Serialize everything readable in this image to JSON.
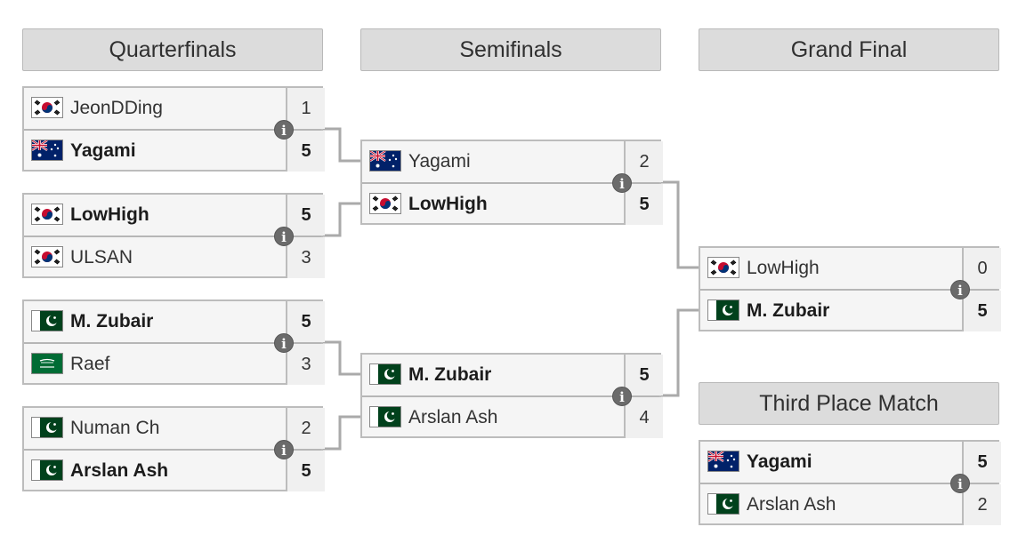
{
  "columns": {
    "quarterfinals": "Quarterfinals",
    "semifinals": "Semifinals",
    "grand_final": "Grand Final",
    "third_place": "Third Place Match"
  },
  "matches": {
    "qf1": {
      "p1": {
        "name": "JeonDDing",
        "flag": "kr",
        "score": "1"
      },
      "p2": {
        "name": "Yagami",
        "flag": "au",
        "score": "5"
      }
    },
    "qf2": {
      "p1": {
        "name": "LowHigh",
        "flag": "kr",
        "score": "5"
      },
      "p2": {
        "name": "ULSAN",
        "flag": "kr",
        "score": "3"
      }
    },
    "qf3": {
      "p1": {
        "name": "M. Zubair",
        "flag": "pk",
        "score": "5"
      },
      "p2": {
        "name": "Raef",
        "flag": "sa",
        "score": "3"
      }
    },
    "qf4": {
      "p1": {
        "name": "Numan Ch",
        "flag": "pk",
        "score": "2"
      },
      "p2": {
        "name": "Arslan Ash",
        "flag": "pk",
        "score": "5"
      }
    },
    "sf1": {
      "p1": {
        "name": "Yagami",
        "flag": "au",
        "score": "2"
      },
      "p2": {
        "name": "LowHigh",
        "flag": "kr",
        "score": "5"
      }
    },
    "sf2": {
      "p1": {
        "name": "M. Zubair",
        "flag": "pk",
        "score": "5"
      },
      "p2": {
        "name": "Arslan Ash",
        "flag": "pk",
        "score": "4"
      }
    },
    "gf": {
      "p1": {
        "name": "LowHigh",
        "flag": "kr",
        "score": "0"
      },
      "p2": {
        "name": "M. Zubair",
        "flag": "pk",
        "score": "5"
      }
    },
    "tp": {
      "p1": {
        "name": "Yagami",
        "flag": "au",
        "score": "5"
      },
      "p2": {
        "name": "Arslan Ash",
        "flag": "pk",
        "score": "2"
      }
    }
  },
  "icons": {
    "info": "info-icon",
    "flag_kr": "flag-south-korea-icon",
    "flag_au": "flag-australia-icon",
    "flag_pk": "flag-pakistan-icon",
    "flag_sa": "flag-saudi-arabia-icon"
  },
  "colors": {
    "header_bg": "#dcdcdc",
    "match_bg": "#f5f5f5",
    "border": "#bcbcbc",
    "connector": "#aaaaaa",
    "info_bg": "#6b6b6b"
  }
}
